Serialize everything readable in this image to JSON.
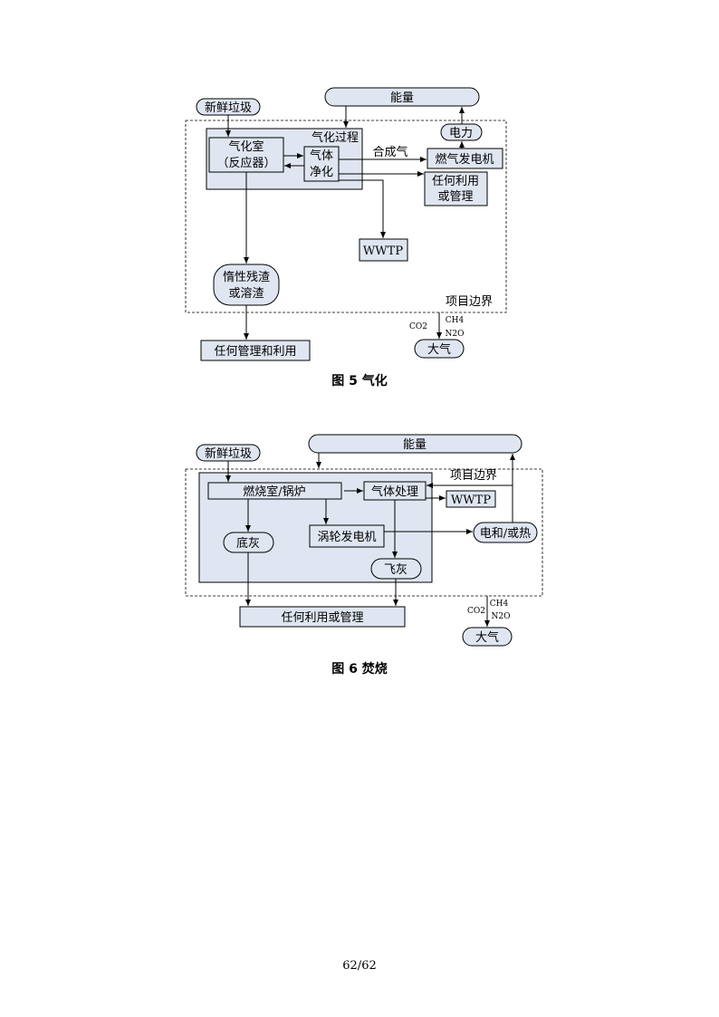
{
  "figure5": {
    "caption": "图 5 气化",
    "fresh_waste": "新鲜垃圾",
    "energy": "能量",
    "gasifier_line1": "气化室",
    "gasifier_line2": "（反应器）",
    "process_label": "气化过程",
    "gas_clean_line1": "气体",
    "gas_clean_line2": "净化",
    "syngas": "合成气",
    "gas_engine": "燃气发电机",
    "electricity": "电力",
    "any_use_line1": "任何利用",
    "any_use_line2": "或管理",
    "wwtp": "WWTP",
    "residue_line1": "惰性残渣",
    "residue_line2": "或溶渣",
    "boundary": "项目边界",
    "mgmt": "任何管理和利用",
    "co2": "CO2",
    "ch4": "CH4",
    "n2o": "N2O",
    "atmosphere": "大气"
  },
  "figure6": {
    "caption": "图 6 焚烧",
    "fresh_waste": "新鲜垃圾",
    "energy": "能量",
    "boiler": "燃烧室/锅炉",
    "gas_treat": "气体处理",
    "wwtp": "WWTP",
    "boundary": "项目边界",
    "turbine": "涡轮发电机",
    "power_heat": "电和/或热",
    "bottom_ash": "底灰",
    "fly_ash": "飞灰",
    "mgmt": "任何利用或管理",
    "co2": "CO2",
    "ch4": "CH4",
    "n2o": "N2O",
    "atmosphere": "大气"
  },
  "page_number": "62/62"
}
